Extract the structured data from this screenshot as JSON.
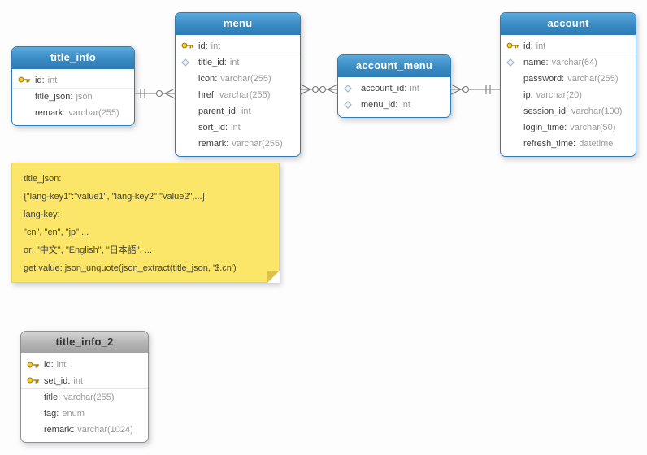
{
  "ui": {
    "colon": ":"
  },
  "colors": {
    "table_header_blue": "#3a8cc4",
    "table_header_gray": "#b4b4b4",
    "note_yellow": "#fbe669",
    "key_gold": "#f0c420",
    "relationship_gray": "#787878"
  },
  "tables": [
    {
      "name": "title_info",
      "fields": [
        {
          "name": "id",
          "type": "int",
          "icon": "key"
        },
        {
          "name": "title_json",
          "type": "json",
          "icon": "none"
        },
        {
          "name": "remark",
          "type": "varchar(255)",
          "icon": "none"
        }
      ]
    },
    {
      "name": "menu",
      "fields": [
        {
          "name": "id",
          "type": "int",
          "icon": "key"
        },
        {
          "name": "title_id",
          "type": "int",
          "icon": "diamond"
        },
        {
          "name": "icon",
          "type": "varchar(255)",
          "icon": "none"
        },
        {
          "name": "href",
          "type": "varchar(255)",
          "icon": "none"
        },
        {
          "name": "parent_id",
          "type": "int",
          "icon": "none"
        },
        {
          "name": "sort_id",
          "type": "int",
          "icon": "none"
        },
        {
          "name": "remark",
          "type": "varchar(255)",
          "icon": "none"
        }
      ]
    },
    {
      "name": "account_menu",
      "fields": [
        {
          "name": "account_id",
          "type": "int",
          "icon": "diamond"
        },
        {
          "name": "menu_id",
          "type": "int",
          "icon": "diamond"
        }
      ]
    },
    {
      "name": "account",
      "fields": [
        {
          "name": "id",
          "type": "int",
          "icon": "key"
        },
        {
          "name": "name",
          "type": "varchar(64)",
          "icon": "diamond"
        },
        {
          "name": "password",
          "type": "varchar(255)",
          "icon": "none"
        },
        {
          "name": "ip",
          "type": "varchar(20)",
          "icon": "none"
        },
        {
          "name": "session_id",
          "type": "varchar(100)",
          "icon": "none"
        },
        {
          "name": "login_time",
          "type": "varchar(50)",
          "icon": "none"
        },
        {
          "name": "refresh_time",
          "type": "datetime",
          "icon": "none"
        }
      ]
    },
    {
      "name": "title_info_2",
      "fields": [
        {
          "name": "id",
          "type": "int",
          "icon": "key"
        },
        {
          "name": "set_id",
          "type": "int",
          "icon": "key"
        },
        {
          "name": "title",
          "type": "varchar(255)",
          "icon": "none"
        },
        {
          "name": "tag",
          "type": "enum",
          "icon": "none"
        },
        {
          "name": "remark",
          "type": "varchar(1024)",
          "icon": "none"
        }
      ]
    }
  ],
  "note": {
    "lines": [
      "title_json:",
      "{\"lang-key1\":\"value1\", \"lang-key2\":\"value2\",...}",
      "lang-key:",
      "\"cn\", \"en\", \"jp\" ...",
      "or: \"中文\", \"English\", \"日本語\", ...",
      "get value: json_unquote(json_extract(title_json, '$.cn')"
    ]
  }
}
